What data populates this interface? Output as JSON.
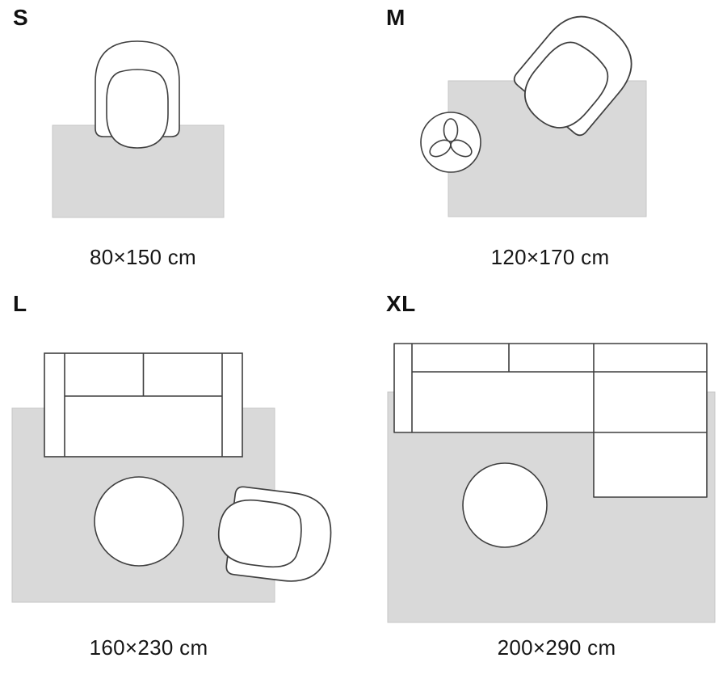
{
  "title": "rug-size-guide",
  "colors": {
    "background": "#ffffff",
    "rug_fill": "#d9d9d9",
    "rug_border": "#c6c6c6",
    "outline": "#3f3f3f",
    "text": "#111111"
  },
  "icons": {
    "armchair": "armchair-top-view",
    "sofa": "sofa-top-view",
    "sectional_sofa": "sectional-sofa-top-view",
    "coffee_table": "round-coffee-table-top-view",
    "plant": "potted-plant-top-view",
    "rug": "rug-rectangle"
  },
  "cards": [
    {
      "id": "s",
      "label": "S",
      "dimensions": "80×150 cm",
      "furniture": [
        "armchair"
      ]
    },
    {
      "id": "m",
      "label": "M",
      "dimensions": "120×170 cm",
      "furniture": [
        "plant",
        "armchair"
      ]
    },
    {
      "id": "l",
      "label": "L",
      "dimensions": "160×230 cm",
      "furniture": [
        "sofa",
        "coffee-table",
        "armchair"
      ]
    },
    {
      "id": "xl",
      "label": "XL",
      "dimensions": "200×290 cm",
      "furniture": [
        "sectional-sofa",
        "coffee-table"
      ]
    }
  ]
}
